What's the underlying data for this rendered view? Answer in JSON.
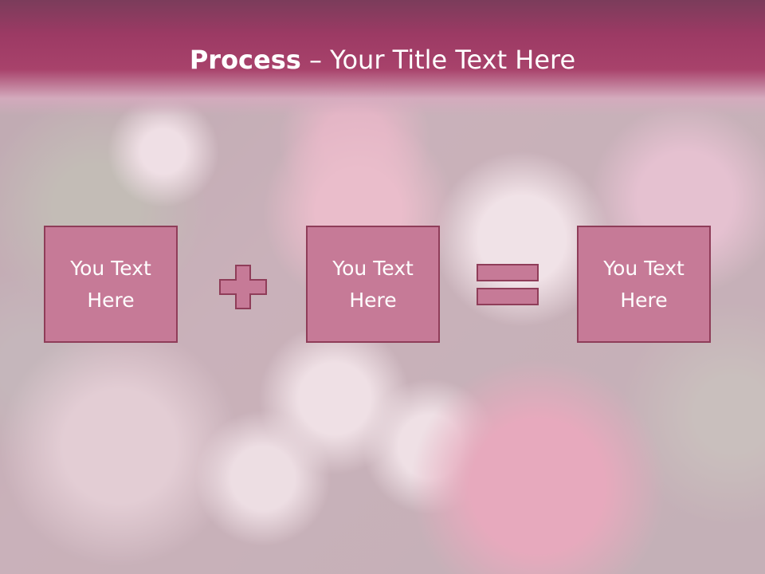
{
  "title": {
    "bold": "Process",
    "separator": " – ",
    "rest": "Your Title Text Here"
  },
  "boxes": [
    {
      "label": "You Text\nHere"
    },
    {
      "label": "You Text\nHere"
    },
    {
      "label": "You Text\nHere"
    }
  ],
  "operators": {
    "first": "plus-icon",
    "second": "equals-icon"
  },
  "colors": {
    "title_bar": "#a8426b",
    "box_fill": "#c67a97",
    "box_border": "#8f3d59",
    "operator": "#c67a97"
  }
}
